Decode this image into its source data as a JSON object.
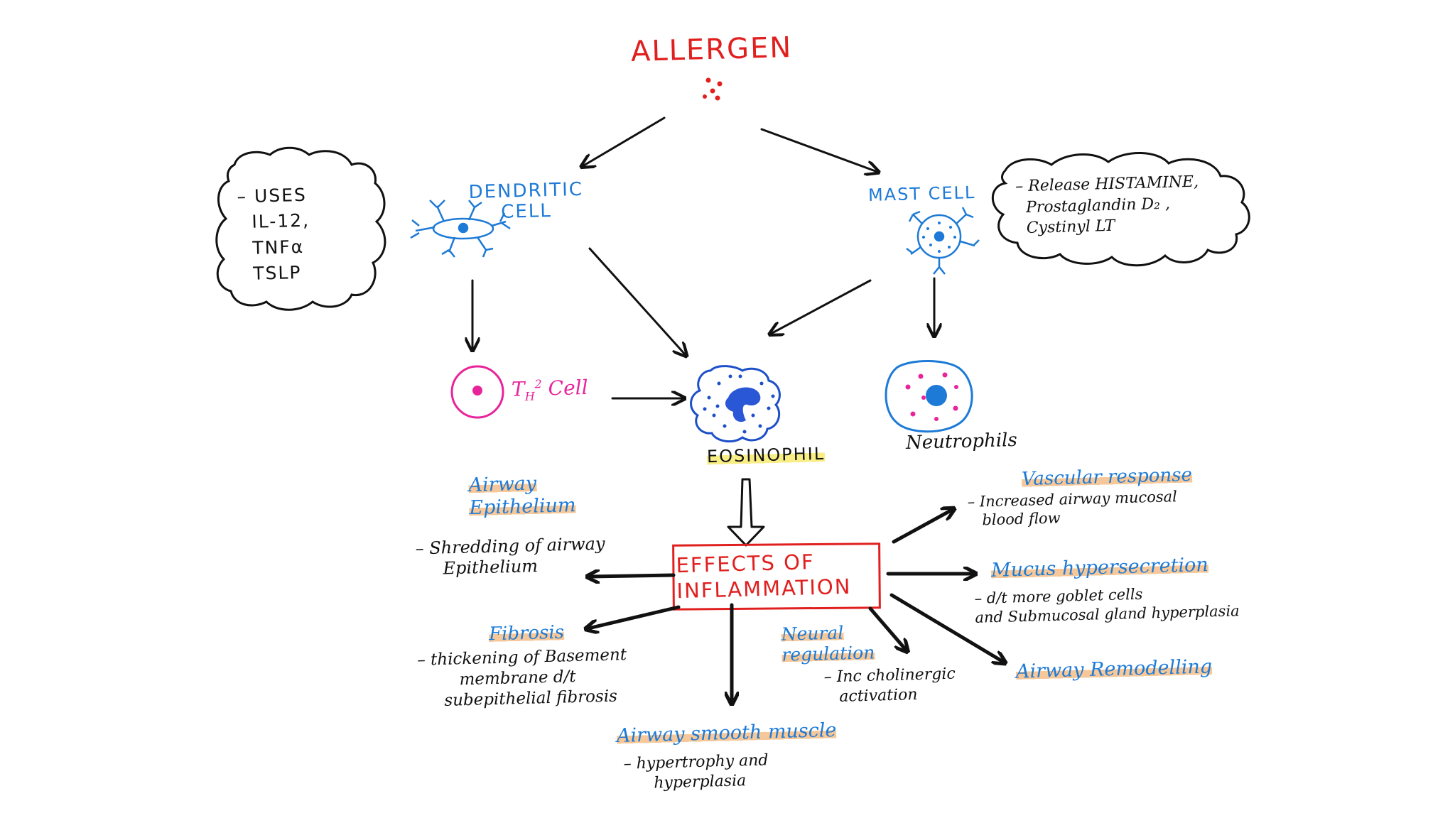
{
  "title": "ALLERGEN",
  "cells": {
    "dendritic": "DENDRITIC\nCELL",
    "mast": "MAST CELL",
    "th2": "T",
    "th2_sub": "H",
    "th2_sup": "2",
    "th2_suffix": " Cell",
    "eosinophil": "EOSINOPHIL",
    "neutrophils": "Neutrophils"
  },
  "clouds": {
    "left": "– USES\n  IL-12,\n  TNFα\n  TSLP",
    "right": "– Release HISTAMINE,\n  Prostaglandin D₂ ,\n  Cystinyl LT"
  },
  "effects_box": "EFFECTS OF\nINFLAMMATION",
  "effects": {
    "airway_epithelium": {
      "title": "Airway\nEpithelium",
      "detail": "– Shredding of airway\n     Epithelium"
    },
    "fibrosis": {
      "title": "Fibrosis",
      "detail": "– thickening of Basement\n        membrane d/t\n     subepithelial fibrosis"
    },
    "smooth_muscle": {
      "title": "Airway smooth muscle",
      "detail": "– hypertrophy and\n      hyperplasia"
    },
    "neural": {
      "title": "Neural\nregulation",
      "detail": "– Inc cholinergic\n   activation"
    },
    "vascular": {
      "title": "Vascular response",
      "detail": "– Increased airway mucosal\n   blood flow"
    },
    "mucus": {
      "title": "Mucus hypersecretion",
      "detail": "– d/t more goblet cells\nand Submucosal gland hyperplasia"
    },
    "remodelling": {
      "title": "Airway Remodelling"
    }
  },
  "colors": {
    "red": "#e0201f",
    "blue": "#1d7ad6",
    "pink": "#e8249a",
    "black": "#111111",
    "highlight_orange": "#f2b06e",
    "highlight_yellow": "#f8ec78"
  }
}
